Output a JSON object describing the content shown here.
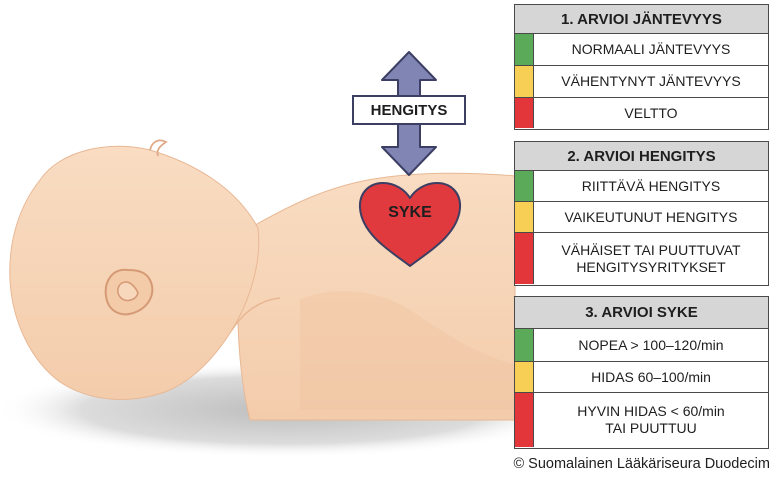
{
  "colors": {
    "green": "#5aaa5a",
    "yellow": "#f8cf55",
    "red": "#e2363a",
    "skin": "#f7d6b8",
    "heart": "#e03a3e",
    "arrow": "#8085b3"
  },
  "illustration": {
    "arrow_label": "HENGITYS",
    "heart_label": "SYKE"
  },
  "panels": [
    {
      "title": "1. ARVIOI JÄNTEVYYS",
      "rows": [
        {
          "status": "green",
          "label": "NORMAALI JÄNTEVYYS"
        },
        {
          "status": "yellow",
          "label": "VÄHENTYNYT JÄNTEVYYS"
        },
        {
          "status": "red",
          "label": "VELTTO"
        }
      ]
    },
    {
      "title": "2. ARVIOI HENGITYS",
      "rows": [
        {
          "status": "green",
          "label": "RIITTÄVÄ HENGITYS"
        },
        {
          "status": "yellow",
          "label": "VAIKEUTUNUT HENGITYS"
        },
        {
          "status": "red",
          "label": "VÄHÄISET TAI PUUTTUVAT\nHENGITYSYRITYKSET"
        }
      ]
    },
    {
      "title": "3. ARVIOI SYKE",
      "rows": [
        {
          "status": "green",
          "label": "NOPEA > 100–120/min"
        },
        {
          "status": "yellow",
          "label": "HIDAS 60–100/min"
        },
        {
          "status": "red",
          "label": "HYVIN HIDAS < 60/min\nTAI PUUTTUU"
        }
      ]
    }
  ],
  "copyright": "© Suomalainen Lääkäriseura Duodecim"
}
